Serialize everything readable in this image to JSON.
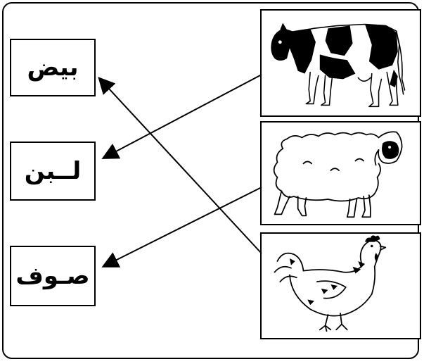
{
  "words": [
    {
      "id": "eggs",
      "text": "بيض"
    },
    {
      "id": "milk",
      "text": "لــبن"
    },
    {
      "id": "wool",
      "text": "صـوف"
    }
  ],
  "pictures": [
    {
      "id": "cow",
      "icon": "cow-icon"
    },
    {
      "id": "sheep",
      "icon": "sheep-icon"
    },
    {
      "id": "chicken",
      "icon": "chicken-icon"
    }
  ],
  "matches": [
    {
      "from": "cow",
      "to": "milk"
    },
    {
      "from": "sheep",
      "to": "wool"
    },
    {
      "from": "chicken",
      "to": "eggs"
    }
  ],
  "colors": {
    "ink": "#000000",
    "paper": "#ffffff"
  }
}
